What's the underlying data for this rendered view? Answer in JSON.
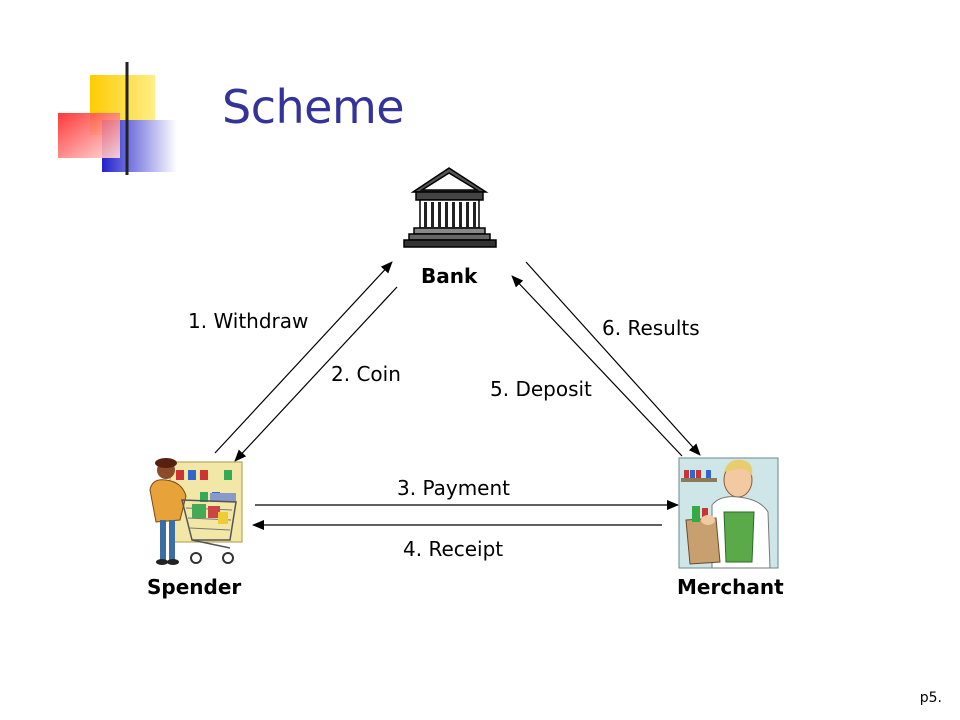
{
  "slide": {
    "title": "Scheme",
    "page_number": "p5."
  },
  "nodes": {
    "bank": {
      "label": "Bank",
      "icon": "bank-building-icon"
    },
    "spender": {
      "label": "Spender",
      "icon": "shopper-with-cart-icon"
    },
    "merchant": {
      "label": "Merchant",
      "icon": "grocery-clerk-icon"
    }
  },
  "edges": [
    {
      "label": "1. Withdraw"
    },
    {
      "label": "2. Coin"
    },
    {
      "label": "3. Payment"
    },
    {
      "label": "4. Receipt"
    },
    {
      "label": "5. Deposit"
    },
    {
      "label": "6. Results"
    }
  ],
  "colors": {
    "title": "#333399",
    "deco_yellow": "#ffcc00",
    "deco_red": "#ff3333",
    "deco_blue": "#3333cc",
    "arrows": "#000000"
  }
}
